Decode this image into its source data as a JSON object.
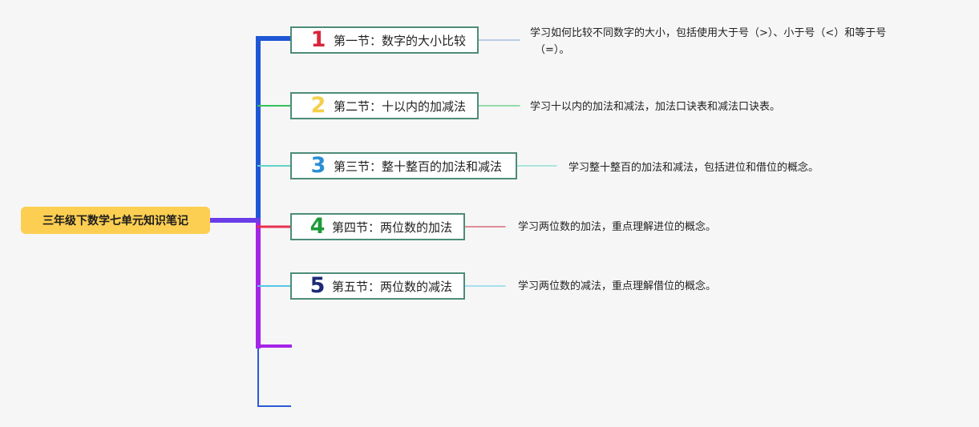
{
  "root": {
    "title": "三年级下数学七单元知识笔记"
  },
  "sections": [
    {
      "number": "1",
      "number_color": "#d8263c",
      "title": "第一节：数字的大小比较",
      "branch_color": "#1f56d6",
      "note_line_color": "#7f9fd8",
      "note_lines": [
        "学习如何比较不同数字的大小，包括使用大于号（>）、小于号（<）和等于号",
        "（=）。"
      ]
    },
    {
      "number": "2",
      "number_color": "#f4cf4b",
      "title": "第二节：十以内的加减法",
      "branch_color": "#33c05a",
      "note_line_color": "#33c05a",
      "note_lines": [
        "学习十以内的加法和减法，加法口诀表和减法口诀表。"
      ]
    },
    {
      "number": "3",
      "number_color": "#2a8fd4",
      "title": "第三节：整十整百的加法和减法",
      "branch_color": "#62d1c6",
      "note_line_color": "#62d1c6",
      "note_lines": [
        "学习整十整百的加法和减法，包括进位和借位的概念。"
      ]
    },
    {
      "number": "4",
      "number_color": "#1f9a3a",
      "title": "第四节：两位数的加法",
      "branch_color": "#e8304f",
      "note_line_color": "#c9243e",
      "note_lines": [
        "学习两位数的加法，重点理解进位的概念。"
      ]
    },
    {
      "number": "5",
      "number_color": "#1c2a78",
      "title": "第五节：两位数的减法",
      "branch_color": "#56c6e8",
      "note_line_color": "#56c6e8",
      "note_lines": [
        "学习两位数的减法，重点理解借位的概念。"
      ]
    }
  ],
  "empty_branch_colors": [
    "#a524e6",
    "#2b5ad8"
  ],
  "trunk_colors": {
    "main": "#1f56d6",
    "lower": "#a524e6",
    "root_link": "#6a3de8"
  }
}
